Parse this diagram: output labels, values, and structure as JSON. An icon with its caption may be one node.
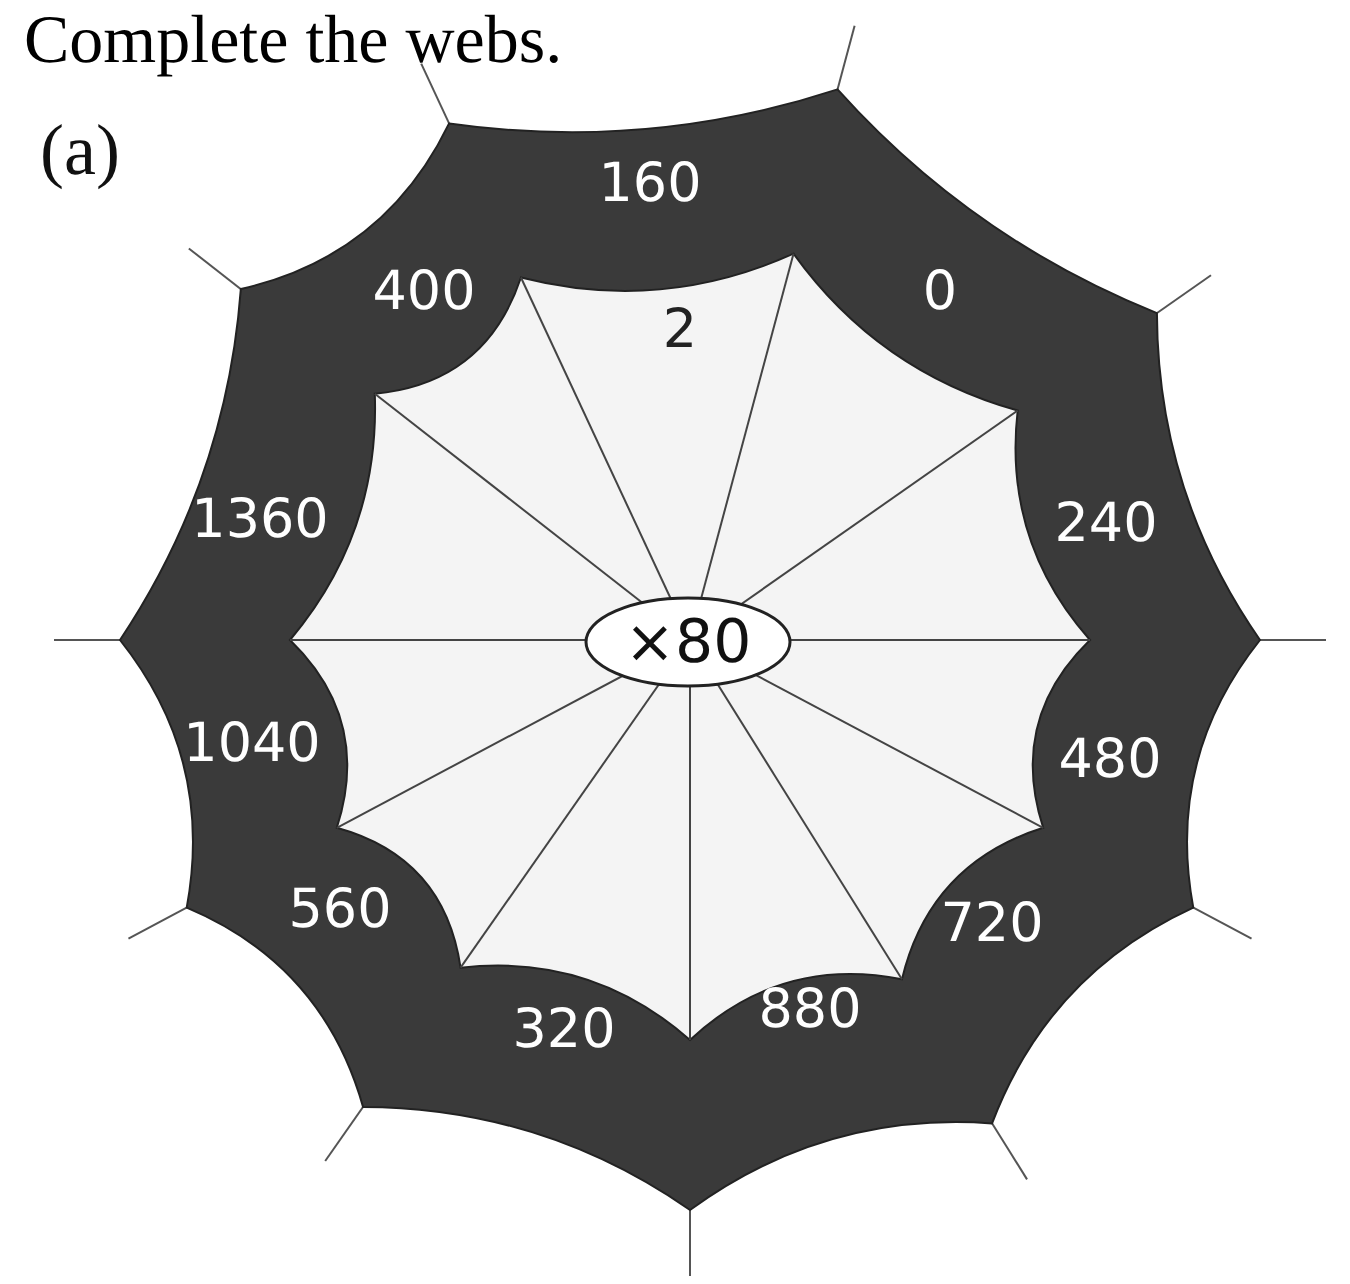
{
  "diagram": {
    "title": "Complete the webs.",
    "nodes": [
      {
        "text": [
          "×80"
        ]
      }
    ],
    "labels": [
      "(a)",
      "160",
      "2",
      "400",
      "0",
      "1360",
      "240",
      "1040",
      "480",
      "560",
      "720",
      "320",
      "880"
    ]
  }
}
